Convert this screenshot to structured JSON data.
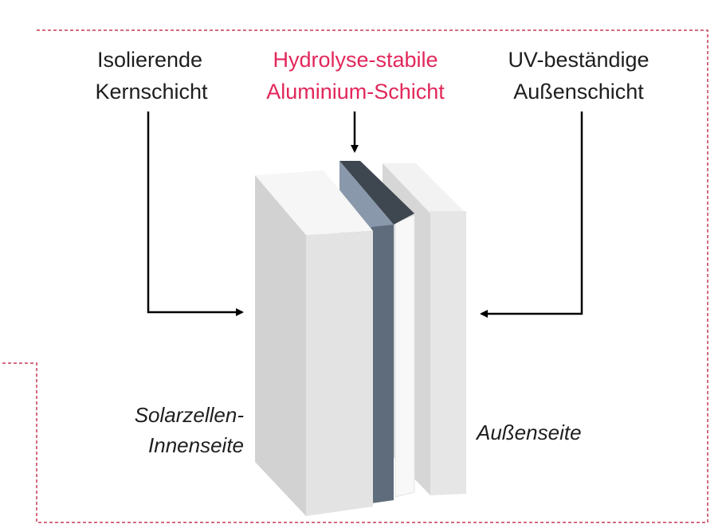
{
  "colors": {
    "accent": "#e2275a",
    "frame": "#c53a57",
    "arrow": "#000000",
    "layer_face": "#e3e3e3",
    "layer_side": "#d2d2d2",
    "aluminium_face": "#8a98ab",
    "aluminium_top": "#3e4750"
  },
  "labels": {
    "core_layer": {
      "line1": "Isolierende",
      "line2": "Kernschicht"
    },
    "aluminium_layer": {
      "line1": "Hydrolyse-stabile",
      "line2": "Aluminium-Schicht"
    },
    "outer_layer": {
      "line1": "UV-beständige",
      "line2": "Außenschicht"
    },
    "inner_side": {
      "line1": "Solarzellen-",
      "line2": "Innenseite"
    },
    "outer_side": "Außenseite"
  }
}
